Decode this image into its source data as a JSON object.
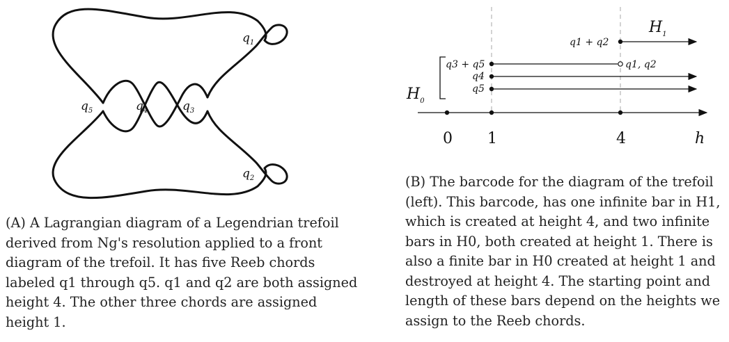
{
  "knot": {
    "labels": {
      "q1": {
        "base": "q",
        "sub": "1"
      },
      "q2": {
        "base": "q",
        "sub": "2"
      },
      "q3": {
        "base": "q",
        "sub": "3"
      },
      "q4": {
        "base": "q",
        "sub": "4"
      },
      "q5": {
        "base": "q",
        "sub": "5"
      }
    }
  },
  "barcode": {
    "h1_label": {
      "base": "H",
      "sub": "1"
    },
    "h0_label": {
      "base": "H",
      "sub": "0"
    },
    "h1_bar_label": "q1 + q2",
    "h0_finite_bar_label": "q3 + q5",
    "h0_finite_end_label": "q1, q2",
    "h0_bar_q4_label": "q4",
    "h0_bar_q5_label": "q5",
    "axis_ticks": [
      "0",
      "1",
      "4"
    ],
    "axis_label": "h"
  },
  "chart_data": {
    "type": "barcode",
    "xlabel": "h",
    "x_ticks": [
      0,
      1,
      4
    ],
    "series": [
      {
        "name": "H1",
        "bars": [
          {
            "label": "q1 + q2",
            "start": 4,
            "end": null
          }
        ]
      },
      {
        "name": "H0",
        "bars": [
          {
            "label": "q3 + q5",
            "start": 1,
            "end": 4,
            "end_label": "q1, q2"
          },
          {
            "label": "q4",
            "start": 1,
            "end": null
          },
          {
            "label": "q5",
            "start": 1,
            "end": null
          }
        ]
      }
    ]
  },
  "captions": {
    "a_tag": "(A)",
    "a_text": "A Lagrangian diagram of a Legendrian trefoil derived from Ng's resolution applied to a front diagram of the trefoil. It has five Reeb chords labeled q1 through q5. q1 and q2 are both assigned height 4. The other three chords are assigned height 1.",
    "b_tag": "(B)",
    "b_text": "The barcode for the diagram of the trefoil (left). This barcode, has one infinite bar in H1, which is created at height 4, and two infinite bars in H0, both created at height 1. There is also a finite bar in H0 created at height 1 and destroyed at height 4. The starting point and length of these bars depend on the heights we assign to the Reeb chords."
  }
}
